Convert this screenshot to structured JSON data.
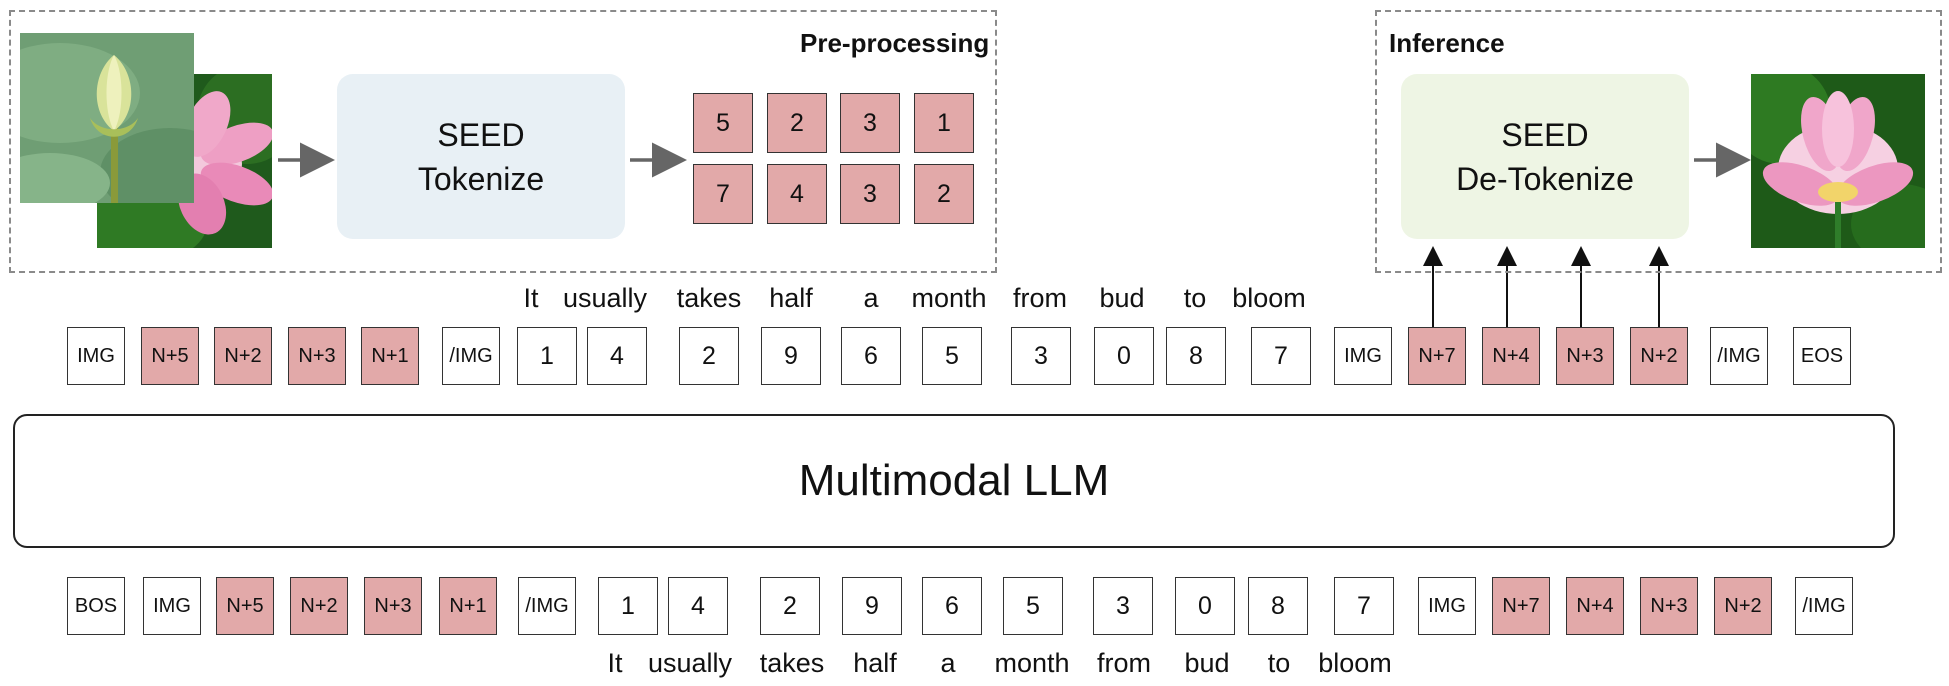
{
  "preprocessing": {
    "label": "Pre-processing",
    "tokenizer": {
      "line1": "SEED",
      "line2": "Tokenize"
    },
    "grid_top": [
      "5",
      "2",
      "3",
      "1"
    ],
    "grid_bottom": [
      "7",
      "4",
      "3",
      "2"
    ]
  },
  "inference": {
    "label": "Inference",
    "detokenizer": {
      "line1": "SEED",
      "line2": "De-Tokenize"
    }
  },
  "llm": {
    "label": "Multimodal LLM"
  },
  "output_row": {
    "words": [
      "It",
      "usually",
      "takes",
      "half",
      "a",
      "month",
      "from",
      "bud",
      "to",
      "bloom"
    ],
    "tokens": [
      "IMG",
      "N+5",
      "N+2",
      "N+3",
      "N+1",
      "/IMG",
      "1",
      "4",
      "2",
      "9",
      "6",
      "5",
      "3",
      "0",
      "8",
      "7",
      "IMG",
      "N+7",
      "N+4",
      "N+3",
      "N+2",
      "/IMG",
      "EOS"
    ]
  },
  "input_row": {
    "words": [
      "It",
      "usually",
      "takes",
      "half",
      "a",
      "month",
      "from",
      "bud",
      "to",
      "bloom"
    ],
    "tokens": [
      "BOS",
      "IMG",
      "N+5",
      "N+2",
      "N+3",
      "N+1",
      "/IMG",
      "1",
      "4",
      "2",
      "9",
      "6",
      "5",
      "3",
      "0",
      "8",
      "7",
      "IMG",
      "N+7",
      "N+4",
      "N+3",
      "N+2",
      "/IMG"
    ]
  },
  "colors": {
    "image_token": "#e2a9a9",
    "tokenizer_panel": "#e8f0f5",
    "detokenizer_panel": "#eef5e4",
    "dashed_border": "#8a8a8a"
  }
}
